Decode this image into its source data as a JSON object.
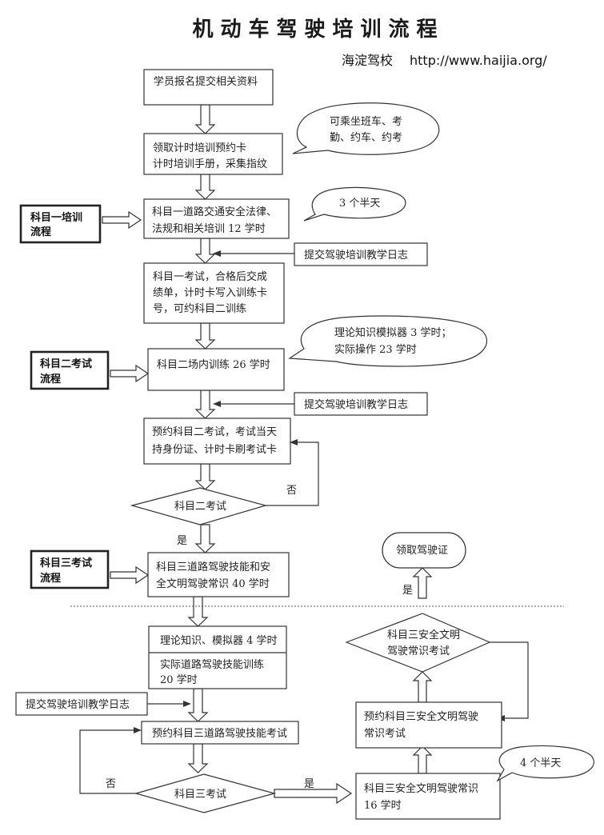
{
  "title": "机动车驾驶培训流程",
  "brand": {
    "name": "海淀驾校",
    "url": "http://www.haijia.org/"
  },
  "steps": {
    "s1": "学员报名提交相关资料",
    "s2": [
      "领取计时培训预约卡",
      "计时培训手册，采集指纹"
    ],
    "s3": [
      "科目一道路交通安全法律、",
      "法规和相关培训 12 学时"
    ],
    "s4": [
      "科目一考试，合格后交成",
      "绩单，计时卡写入训练卡",
      "号，可约科目二训练"
    ],
    "s5": "科目二场内训练 26 学时",
    "s6": [
      "预约科目二考试，考试当天",
      "持身份证、计时卡刷考试卡"
    ],
    "d1": "科目二考试",
    "s7": [
      "科目三道路驾驶技能和安",
      "全文明驾驶常识 40 学时"
    ],
    "s8a": "理论知识、模拟器 4 学时",
    "s8b": [
      "实际道路驾驶技能训练",
      "20 学时"
    ],
    "s9": "预约科目三道路驾驶技能考试",
    "d2": "科目三考试",
    "s10": [
      "科目三安全文明驾驶常识",
      "16 学时"
    ],
    "s11": [
      "预约科目三安全文明驾驶",
      "常识考试"
    ],
    "d3": [
      "科目三安全文明",
      "驾驶常识考试"
    ],
    "s12": "领取驾驶证"
  },
  "callouts": {
    "c1": [
      "可乘坐班车、考",
      "勤、约车、约考"
    ],
    "c2": "3 个半天",
    "c3": [
      "理论知识模拟器 3 学时；",
      "实际操作 23 学时"
    ],
    "c4": "4 个半天"
  },
  "logs": {
    "l1": "提交驾驶培训教学日志",
    "l2": "提交驾驶培训教学日志",
    "l3": "提交驾驶培训教学日志"
  },
  "side_labels": {
    "k1": [
      "科目一培训",
      "流程"
    ],
    "k2": [
      "科目二考试",
      "流程"
    ],
    "k3": [
      "科目三考试",
      "流程"
    ]
  },
  "flow_labels": {
    "no": "否",
    "yes": "是"
  }
}
